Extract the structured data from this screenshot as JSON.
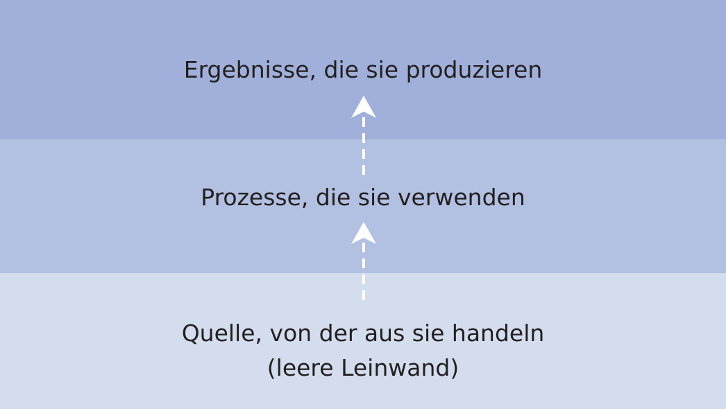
{
  "colors": {
    "top_layer": "#a0b0da",
    "middle_layer": "#b2c0e1",
    "bottom_layer": "#d4ddee",
    "arrow": "#ffffff",
    "text": "#231f20"
  },
  "layers": {
    "top": {
      "label": "Ergebnisse, die sie produzieren"
    },
    "middle": {
      "label": "Prozesse, die sie verwenden"
    },
    "bottom": {
      "label_line1": "Quelle, von der aus sie handeln",
      "label_line2": "(leere Leinwand)"
    }
  },
  "arrows": [
    {
      "from": "bottom",
      "to": "middle",
      "style": "dashed",
      "direction": "up"
    },
    {
      "from": "middle",
      "to": "top",
      "style": "dashed",
      "direction": "up"
    }
  ]
}
